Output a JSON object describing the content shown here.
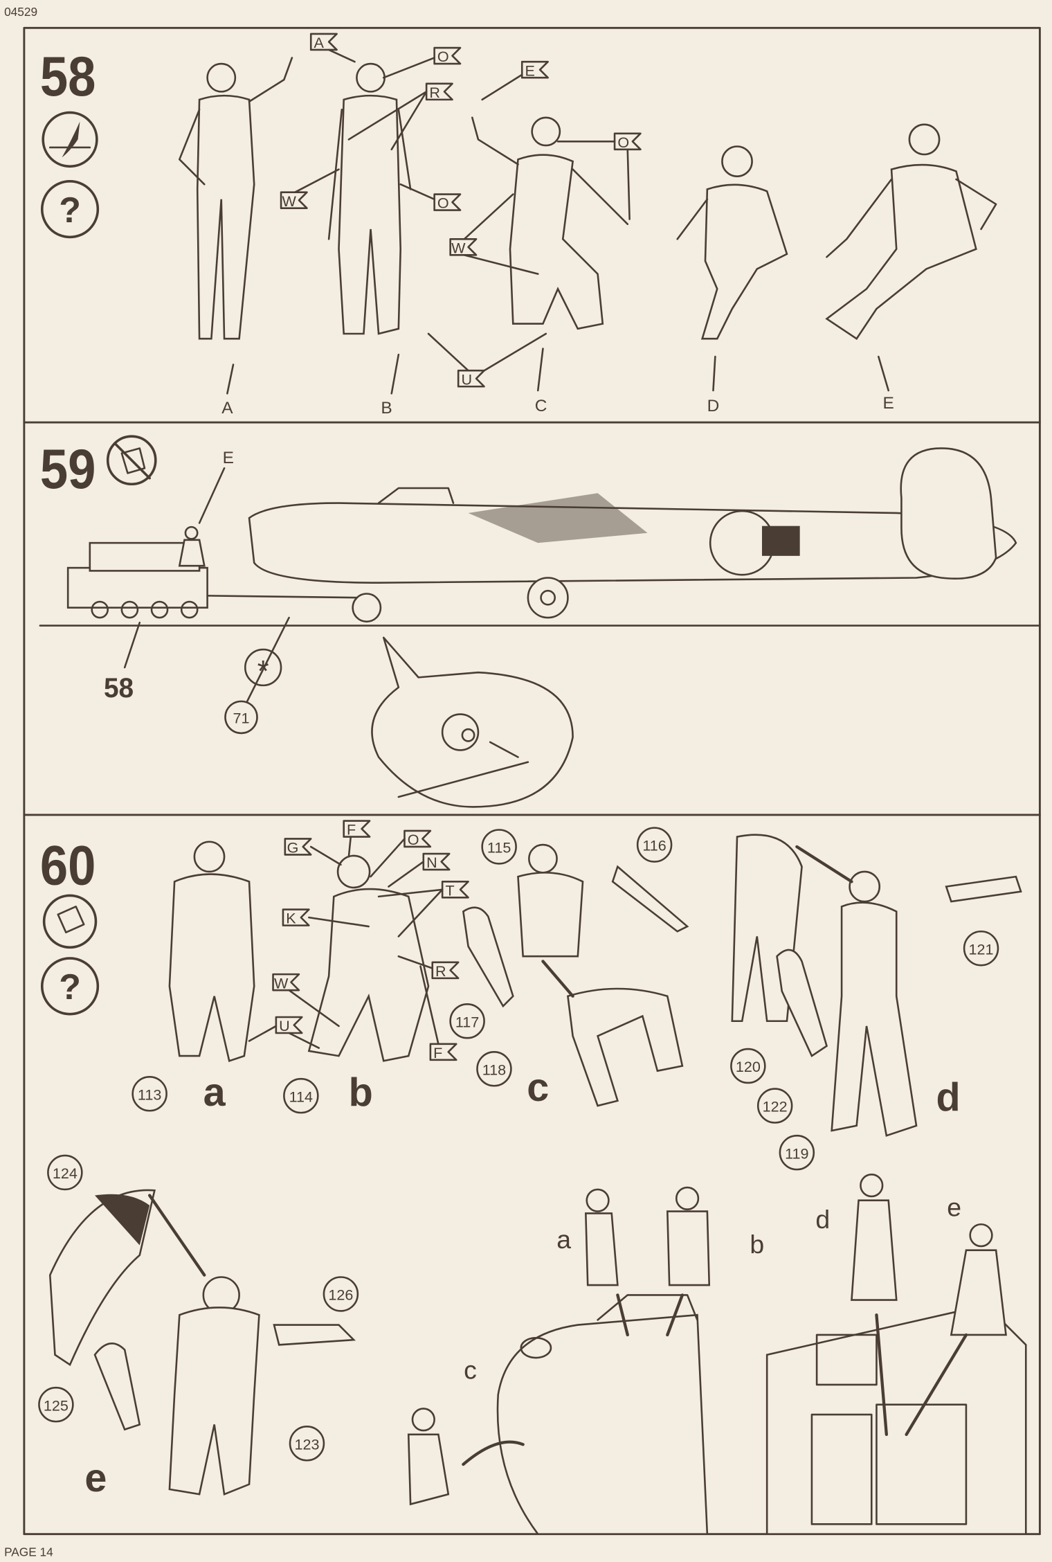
{
  "header": {
    "code": "04529"
  },
  "footer": {
    "page": "PAGE 14"
  },
  "colors": {
    "paper": "#f3ede2",
    "ink": "#4a3d34"
  },
  "step58": {
    "number": "58",
    "icons": [
      "paint-brush-icon",
      "question-icon"
    ],
    "question": "?",
    "flags": {
      "A": "A",
      "O1": "O",
      "R": "R",
      "E": "E",
      "O2": "O",
      "W1": "W",
      "O3": "O",
      "W2": "W",
      "U": "U"
    },
    "figures": [
      "A",
      "B",
      "C",
      "D",
      "E"
    ]
  },
  "step59": {
    "number": "59",
    "icons": [
      "no-glue-icon"
    ],
    "figure_label": "E",
    "part_tractor": "58",
    "part_towbar": "71",
    "asterisk": "*"
  },
  "step60": {
    "number": "60",
    "icons": [
      "glue-icon",
      "question-icon"
    ],
    "question": "?",
    "flags": {
      "F1": "F",
      "G": "G",
      "O": "O",
      "N": "N",
      "T": "T",
      "K": "K",
      "R": "R",
      "W": "W",
      "U": "U",
      "F2": "F"
    },
    "parts": {
      "p113": "113",
      "p114": "114",
      "p115": "115",
      "p116": "116",
      "p117": "117",
      "p118": "118",
      "p119": "119",
      "p120": "120",
      "p121": "121",
      "p122": "122",
      "p123": "123",
      "p124": "124",
      "p125": "125",
      "p126": "126"
    },
    "figures": {
      "a": "a",
      "b": "b",
      "c": "c",
      "d": "d",
      "e": "e"
    },
    "placement": {
      "a": "a",
      "b": "b",
      "c": "c",
      "d": "d",
      "e": "e"
    }
  }
}
